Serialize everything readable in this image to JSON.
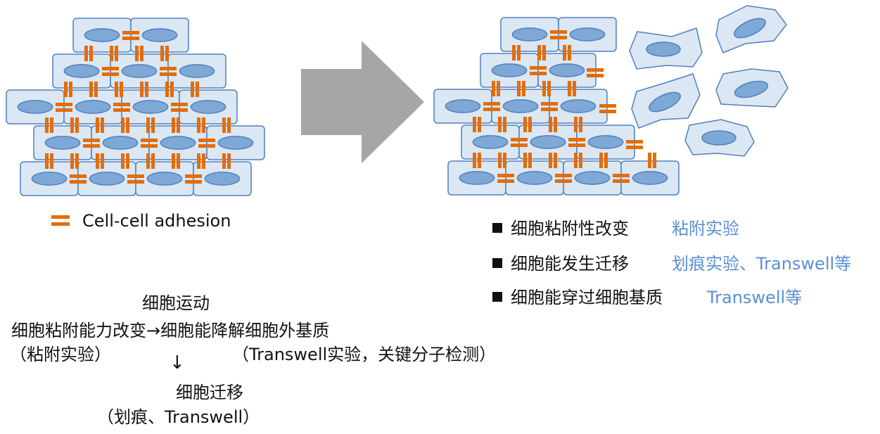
{
  "legend": {
    "label": "Cell-cell adhesion"
  },
  "bullets": [
    {
      "text": "细胞粘附性改变",
      "method": "粘附实验"
    },
    {
      "text": "细胞能发生迁移",
      "method": "划痕实验、Transwell等"
    },
    {
      "text": "细胞能穿过细胞基质",
      "method": "Transwell等"
    }
  ],
  "flow": {
    "motion": "细胞运动",
    "main": "细胞粘附能力改变→细胞能降解细胞外基质",
    "adhesion_assay": "（粘附实验）",
    "transwell_assay": "（Transwell实验，关键分子检测）",
    "arrow": "↓",
    "migration": "细胞迁移",
    "migration_assay": "（划痕、Transwell）"
  },
  "colors": {
    "cell_fill": "#dbe7f3",
    "cell_stroke": "#4f81bd",
    "nucleus_fill": "#7ea8d6",
    "adhesion": "#e46c0a",
    "arrow": "#a6a6a6",
    "method_text": "#5b8fd0"
  }
}
